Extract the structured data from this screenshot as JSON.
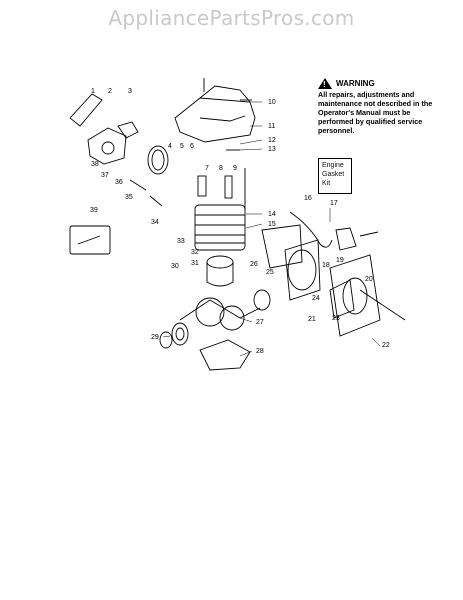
{
  "watermark": "AppliancePartsPros.com",
  "warning": {
    "title": "WARNING",
    "text": "All repairs, adjustments and maintenance not described in the Operator's Manual must be performed by qualified service personnel."
  },
  "kit_label": "Engine Gasket Kit",
  "callouts": [
    "1",
    "2",
    "3",
    "4",
    "5",
    "6",
    "7",
    "8",
    "9",
    "10",
    "11",
    "12",
    "13",
    "14",
    "15",
    "16",
    "17",
    "18",
    "19",
    "20",
    "21",
    "22",
    "23",
    "24",
    "25",
    "26",
    "27",
    "28",
    "29",
    "30",
    "31",
    "32",
    "33",
    "34",
    "35",
    "36",
    "37",
    "38",
    "39"
  ]
}
